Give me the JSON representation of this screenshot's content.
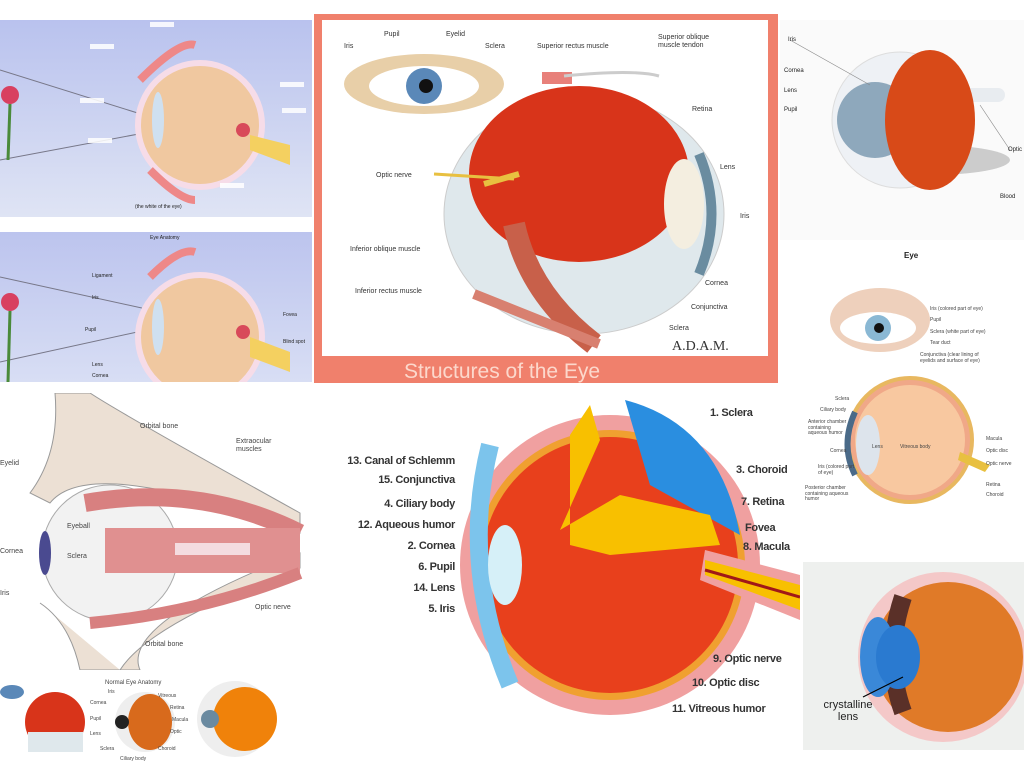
{
  "tiles": {
    "t1": {
      "caption": "(the white of the eye)"
    },
    "t2": {
      "title": "Eye Anatomy",
      "labels": [
        "Ligament",
        "Iris",
        "Pupil",
        "Lens",
        "Cornea",
        "Fovea",
        "Blind spot"
      ]
    },
    "t3": {
      "title": "Structures of the Eye",
      "logo": "A.D.A.M.",
      "labels": [
        "Iris",
        "Pupil",
        "Eyelid",
        "Sclera",
        "Superior rectus muscle",
        "Superior oblique muscle tendon",
        "Retina",
        "Optic nerve",
        "Lens",
        "Iris",
        "Inferior oblique muscle",
        "Inferior rectus muscle",
        "Cornea",
        "Conjunctiva",
        "Sclera"
      ]
    },
    "t4": {
      "labels": [
        "Iris",
        "Cornea",
        "Lens",
        "Pupil",
        "Optic",
        "Blood"
      ]
    },
    "t5": {
      "title": "Eye",
      "labels": [
        "Iris (colored part of eye)",
        "Pupil",
        "Sclera (white part of eye)",
        "Tear duct",
        "Conjunctiva (clear lining of eyelids and surface of eye)",
        "Sclera",
        "Ciliary body",
        "Anterior chamber containing aqueous humor",
        "Cornea",
        "Iris (colored part of eye)",
        "Posterior chamber containing aqueous humor",
        "Lens",
        "Vitreous body",
        "Macula",
        "Optic disc",
        "Optic nerve",
        "Retina",
        "Choroid"
      ]
    },
    "t6": {
      "labels": [
        "Eyelid",
        "Orbital bone",
        "Extraocular muscles",
        "Eyeball",
        "Cornea",
        "Sclera",
        "Iris",
        "Optic nerve",
        "Orbital bone"
      ]
    },
    "t7": {
      "title": "Normal Eye Anatomy",
      "labels": [
        "Iris",
        "Cornea",
        "Pupil",
        "Lens",
        "Sclera",
        "Ciliary body",
        "Vitreous",
        "Retina",
        "Macula",
        "Optic",
        "Choroid"
      ]
    },
    "t8": {
      "left_labels": [
        "13. Canal of Schlemm",
        "15. Conjunctiva",
        "4. Ciliary body",
        "12. Aqueous humor",
        "2. Cornea",
        "6. Pupil",
        "14. Lens",
        "5. Iris"
      ],
      "right_labels": [
        "1. Sclera",
        "3. Choroid",
        "7. Retina",
        "Fovea",
        "8. Macula",
        "9. Optic nerve",
        "10. Optic disc",
        "11. Vitreous humor"
      ]
    },
    "t9": {
      "label": "crystalline lens"
    }
  },
  "colors": {
    "salmon": "#f0806c",
    "retina_red": "#e8401c",
    "blue_bg": "#c8d0ee",
    "yellow": "#f8c000"
  }
}
